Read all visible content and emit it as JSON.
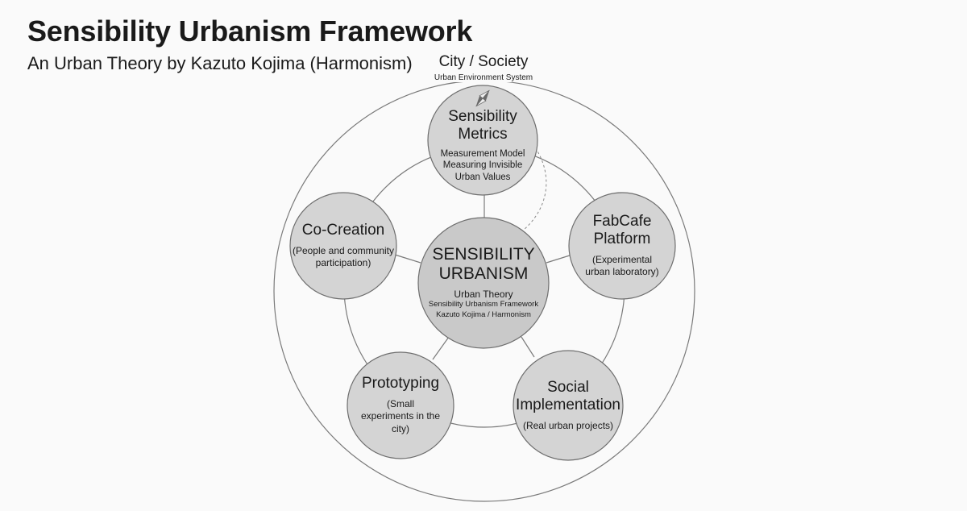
{
  "header": {
    "title": "Sensibility Urbanism Framework",
    "subtitle": "An Urban Theory by Kazuto Kojima (Harmonism)"
  },
  "outer": {
    "title": "City / Society",
    "subtitle": "Urban Environment System"
  },
  "center": {
    "title": "SENSIBILITY URBANISM",
    "desc_1": "Urban Theory",
    "desc_2": "Sensibility Urbanism Framework",
    "desc_3": "Kazuto Kojima / Harmonism"
  },
  "nodes": {
    "metrics": {
      "title": "Sensibility Metrics",
      "desc": "Measurement Model Measuring Invisible Urban Values"
    },
    "fabcafe": {
      "title": "FabCafe Platform",
      "desc": "(Experimental urban laboratory)"
    },
    "social": {
      "title": "Social Implementation",
      "desc": "(Real urban projects)"
    },
    "prototyping": {
      "title": "Prototyping",
      "desc": "(Small experiments in the city)"
    },
    "cocreation": {
      "title": "Co-Creation",
      "desc": "(People and community participation)"
    }
  },
  "colors": {
    "node_fill": "#d4d4d4",
    "center_fill": "#c9c9c9",
    "stroke": "#6e6e6e",
    "background": "#fafafa"
  },
  "icons": {
    "compass": "compass-needle-icon"
  }
}
